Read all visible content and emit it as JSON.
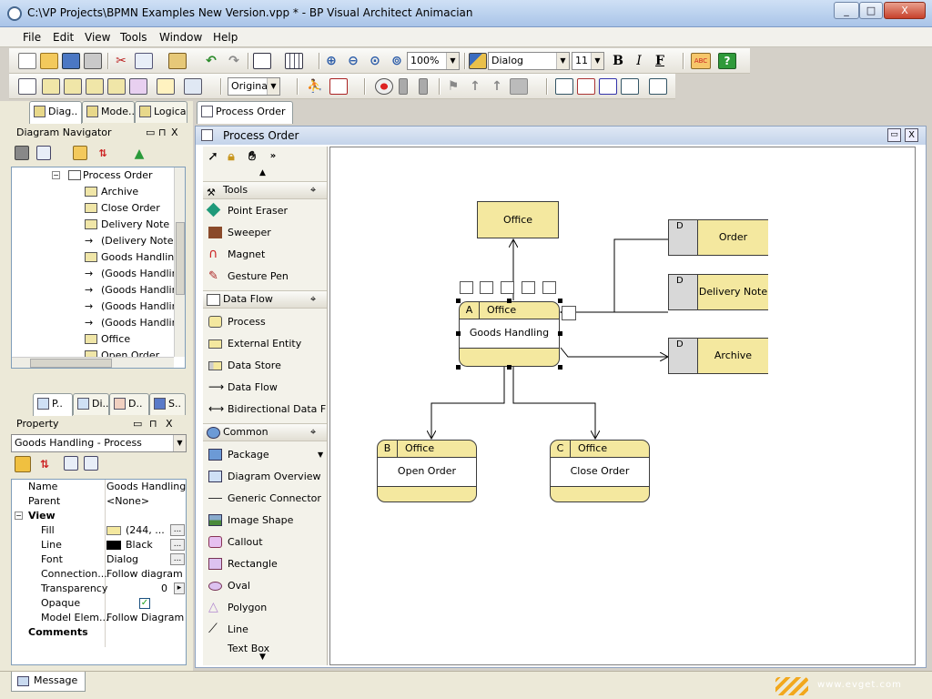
{
  "window": {
    "title": "C:\\VP Projects\\BPMN Examples New Version.vpp * - BP Visual Architect Animacian",
    "controls": [
      "_",
      "□",
      "X"
    ]
  },
  "menu": [
    "File",
    "Edit",
    "View",
    "Tools",
    "Window",
    "Help"
  ],
  "toolbar": {
    "zoom": "100%",
    "font": "Dialog",
    "font_size": "11",
    "bold": "B",
    "italic": "I",
    "font_color": "F",
    "spell": "ABC",
    "help": "?",
    "view_mode": "Original"
  },
  "left_panel": {
    "top_tabs": [
      "Diag..",
      "Mode..",
      "Logica.."
    ],
    "navigator_title": "Diagram Navigator",
    "panel_buttons": [
      "▭",
      "⊓",
      "X"
    ],
    "tree": [
      {
        "label": "Process Order",
        "level": 0,
        "icon": "diagram-icon"
      },
      {
        "label": "Archive",
        "level": 1,
        "icon": "data-store-icon"
      },
      {
        "label": "Close Order",
        "level": 1,
        "icon": "process-icon"
      },
      {
        "label": "Delivery Note",
        "level": 1,
        "icon": "data-store-icon"
      },
      {
        "label": "(Delivery Note -",
        "level": 1,
        "icon": "data-flow-icon"
      },
      {
        "label": "Goods Handling",
        "level": 1,
        "icon": "process-icon"
      },
      {
        "label": "(Goods Handling",
        "level": 1,
        "icon": "data-flow-icon"
      },
      {
        "label": "(Goods Handling",
        "level": 1,
        "icon": "data-flow-icon"
      },
      {
        "label": "(Goods Handling",
        "level": 1,
        "icon": "data-flow-icon"
      },
      {
        "label": "(Goods Handling",
        "level": 1,
        "icon": "data-flow-icon"
      },
      {
        "label": "Office",
        "level": 1,
        "icon": "external-entity-icon"
      },
      {
        "label": "Open Order",
        "level": 1,
        "icon": "process-icon"
      }
    ],
    "bottom_tabs": [
      "P..",
      "Di..",
      "D..",
      "S.."
    ],
    "property_title": "Property",
    "selected_element": "Goods Handling - Process",
    "properties": [
      {
        "key": "Name",
        "value": "Goods Handling",
        "indent": false,
        "bold": false
      },
      {
        "key": "Parent",
        "value": "<None>",
        "indent": false,
        "bold": false
      },
      {
        "key": "View",
        "value": "",
        "indent": false,
        "bold": true,
        "group": true
      },
      {
        "key": "Fill",
        "value": "(244, ...",
        "indent": true,
        "bold": false,
        "swatch": "#f4e89f",
        "dots": true
      },
      {
        "key": "Line",
        "value": "Black",
        "indent": true,
        "bold": false,
        "swatch": "#000000",
        "dots": true
      },
      {
        "key": "Font",
        "value": "Dialog",
        "indent": true,
        "bold": false,
        "dots": true
      },
      {
        "key": "Connection...",
        "value": "Follow diagram",
        "indent": true,
        "bold": false
      },
      {
        "key": "Transparency",
        "value": "0",
        "indent": true,
        "bold": false,
        "spinner": true
      },
      {
        "key": "Opaque",
        "value": "",
        "indent": true,
        "bold": false,
        "checkbox": true
      },
      {
        "key": "Model Elem...",
        "value": "Follow Diagram",
        "indent": true,
        "bold": false
      },
      {
        "key": "Comments",
        "value": "",
        "indent": false,
        "bold": true
      }
    ]
  },
  "editor": {
    "tab_label": "Process Order",
    "diagram_title": "Process Order",
    "palette": {
      "sections": [
        {
          "title": "Tools",
          "items": [
            "Point Eraser",
            "Sweeper",
            "Magnet",
            "Gesture Pen"
          ]
        },
        {
          "title": "Data Flow",
          "items": [
            "Process",
            "External Entity",
            "Data Store",
            "Data Flow",
            "Bidirectional Data Flow"
          ]
        },
        {
          "title": "Common",
          "items": [
            "Package",
            "Diagram Overview",
            "Generic Connector",
            "Image Shape",
            "Callout",
            "Rectangle",
            "Oval",
            "Polygon",
            "Line",
            "Text Box"
          ]
        }
      ]
    },
    "canvas": {
      "external_entity": "Office",
      "processes": [
        {
          "id": "A",
          "location": "Office",
          "name": "Goods Handling"
        },
        {
          "id": "B",
          "location": "Office",
          "name": "Open Order"
        },
        {
          "id": "C",
          "location": "Office",
          "name": "Close Order"
        }
      ],
      "data_stores": [
        {
          "id": "D",
          "name": "Order"
        },
        {
          "id": "D",
          "name": "Delivery Note"
        },
        {
          "id": "D",
          "name": "Archive"
        }
      ]
    }
  },
  "status": {
    "message_tab": "Message",
    "watermark": "www.evget.com"
  },
  "colors": {
    "process_fill": "#f4e89f",
    "store_id_fill": "#d8d8d8",
    "titlebar": "#a9c4e8",
    "selection": "#000000"
  }
}
